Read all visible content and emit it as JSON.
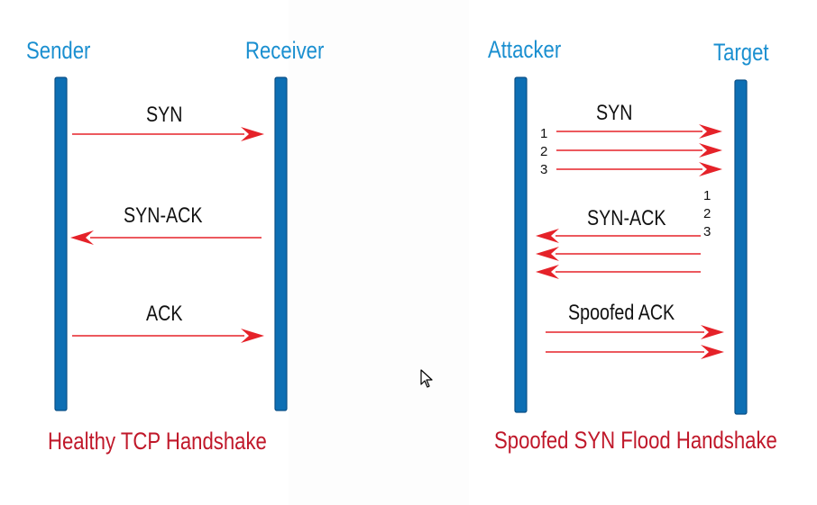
{
  "colors": {
    "actor_label": "#1a8fd0",
    "lifeline": "#0d6fb4",
    "lifeline_edge": "#0b4f86",
    "arrow": "#e52229",
    "caption": "#c0182a",
    "message_label": "#111111"
  },
  "healthy": {
    "sender_label": "Sender",
    "receiver_label": "Receiver",
    "caption": "Healthy TCP Handshake",
    "messages": [
      {
        "label": "SYN",
        "direction": "right"
      },
      {
        "label": "SYN-ACK",
        "direction": "left"
      },
      {
        "label": "ACK",
        "direction": "right"
      }
    ]
  },
  "flood": {
    "attacker_label": "Attacker",
    "target_label": "Target",
    "caption": "Spoofed SYN Flood Handshake",
    "syn": {
      "label": "SYN",
      "direction": "right",
      "count": 3,
      "numbers": [
        "1",
        "2",
        "3"
      ]
    },
    "synack": {
      "label": "SYN-ACK",
      "direction": "left",
      "count": 3,
      "numbers": [
        "1",
        "2",
        "3"
      ]
    },
    "spoofed_ack": {
      "label": "Spoofed ACK",
      "direction": "right",
      "count": 2
    }
  },
  "cursor": {
    "icon": "mouse-pointer-icon"
  }
}
